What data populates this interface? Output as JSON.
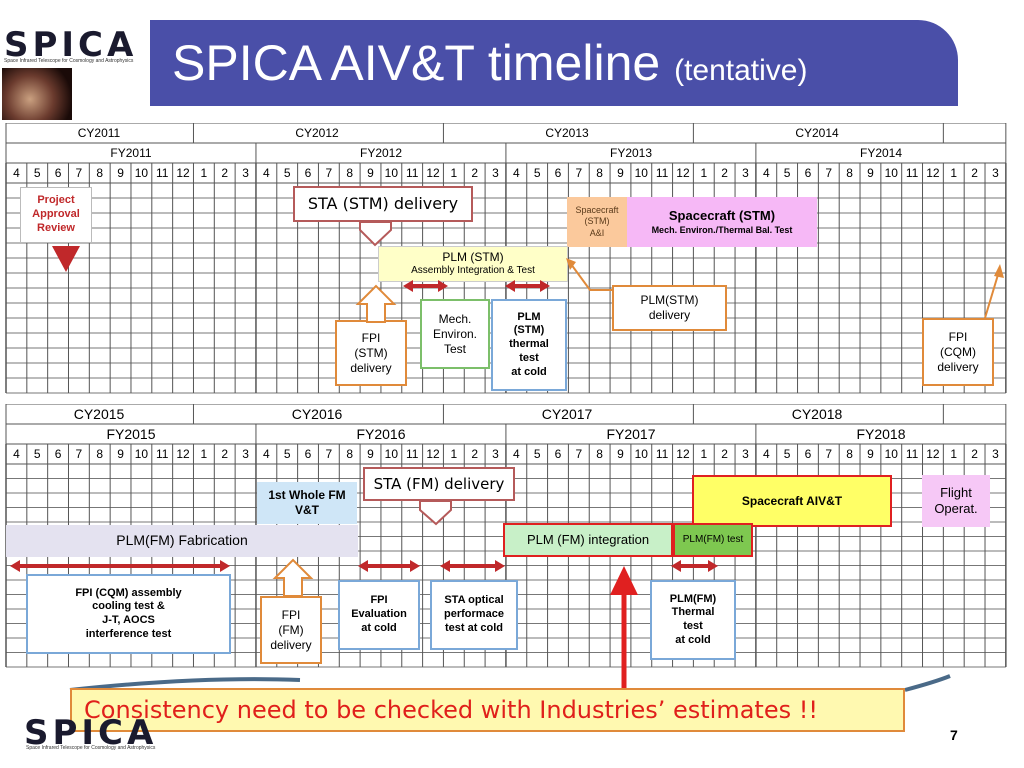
{
  "title": {
    "main": "SPICA AIV&T timeline",
    "sub": "(tentative)"
  },
  "logo": {
    "text": "SPICA",
    "tagline": "Space Infrared Telescope for Cosmology and Astrophysics"
  },
  "page_number": "7",
  "note": "Consistency need to be checked  with Industries’ estimates !!",
  "colors": {
    "title_bar": "#4a4fa8",
    "note_text": "#e0201b",
    "note_bg": "#fff9b0",
    "arrow": "#c0282a",
    "callout_orange": "#e08a3a"
  },
  "months": [
    "4",
    "5",
    "6",
    "7",
    "8",
    "9",
    "10",
    "11",
    "12",
    "1",
    "2",
    "3"
  ],
  "timeline_top": {
    "cy": [
      "CY2011",
      "CY2012",
      "CY2013",
      "CY2014"
    ],
    "fy": [
      "FY2011",
      "FY2012",
      "FY2013",
      "FY2014"
    ]
  },
  "timeline_bottom": {
    "cy": [
      "CY2015",
      "CY2016",
      "CY2017",
      "CY2018"
    ],
    "fy": [
      "FY2015",
      "FY2016",
      "FY2017",
      "FY2018"
    ]
  },
  "top_items": {
    "project_approval": "Project\nApproval\nReview",
    "sta_stm": "STA (STM) delivery",
    "spacecraft_stm_ai": "Spacecraft\n(STM)\nA&I",
    "spacecraft_stm_title": "Spacecraft (STM)",
    "spacecraft_stm_sub": "Mech. Environ./Thermal Bal. Test",
    "plm_stm_title": "PLM (STM)",
    "plm_stm_sub": "Assembly Integration & Test",
    "mech_environ": "Mech.\nEnviron.\nTest",
    "plm_stm_thermal": "PLM\n(STM)\nthermal\ntest\nat cold",
    "plm_stm_delivery": "PLM(STM)\ndelivery",
    "fpi_stm": "FPI\n(STM)\ndelivery",
    "fpi_cqm": "FPI\n(CQM)\ndelivery"
  },
  "bottom_items": {
    "whole_fm": "1st Whole FM\nV&T",
    "sta_fm": "STA (FM) delivery",
    "spacecraft_aivt": "Spacecraft AIV&T",
    "flight_operat": "Flight\nOperat.",
    "plm_fm_fab": "PLM(FM) Fabrication",
    "plm_fm_integration": "PLM (FM) integration",
    "plm_fm_test": "PLM(FM) test",
    "fpi_cqm_assembly": "FPI (CQM) assembly\ncooling test &\nJ-T, AOCS\ninterference test",
    "fpi_fm": "FPI\n(FM)\ndelivery",
    "fpi_eval": "FPI\nEvaluation\nat  cold",
    "sta_optical": "STA optical\nperformace\ntest at cold",
    "plm_fm_thermal": "PLM(FM)\nThermal\ntest\nat cold"
  }
}
